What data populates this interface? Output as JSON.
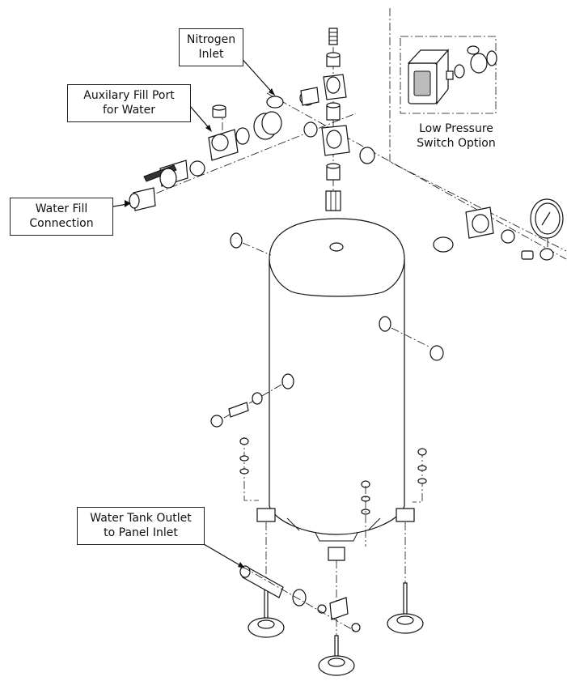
{
  "callouts": {
    "nitrogen_inlet": {
      "line1": "Nitrogen",
      "line2": "Inlet"
    },
    "auxiliary_fill_port": {
      "line1": "Auxilary Fill Port",
      "line2": "for Water"
    },
    "water_fill_connection": {
      "line1": "Water Fill",
      "line2": "Connection"
    },
    "low_pressure_switch": {
      "line1": "Low Pressure",
      "line2": "Switch Option"
    },
    "water_tank_outlet": {
      "line1": "Water Tank Outlet",
      "line2": "to Panel Inlet"
    }
  }
}
